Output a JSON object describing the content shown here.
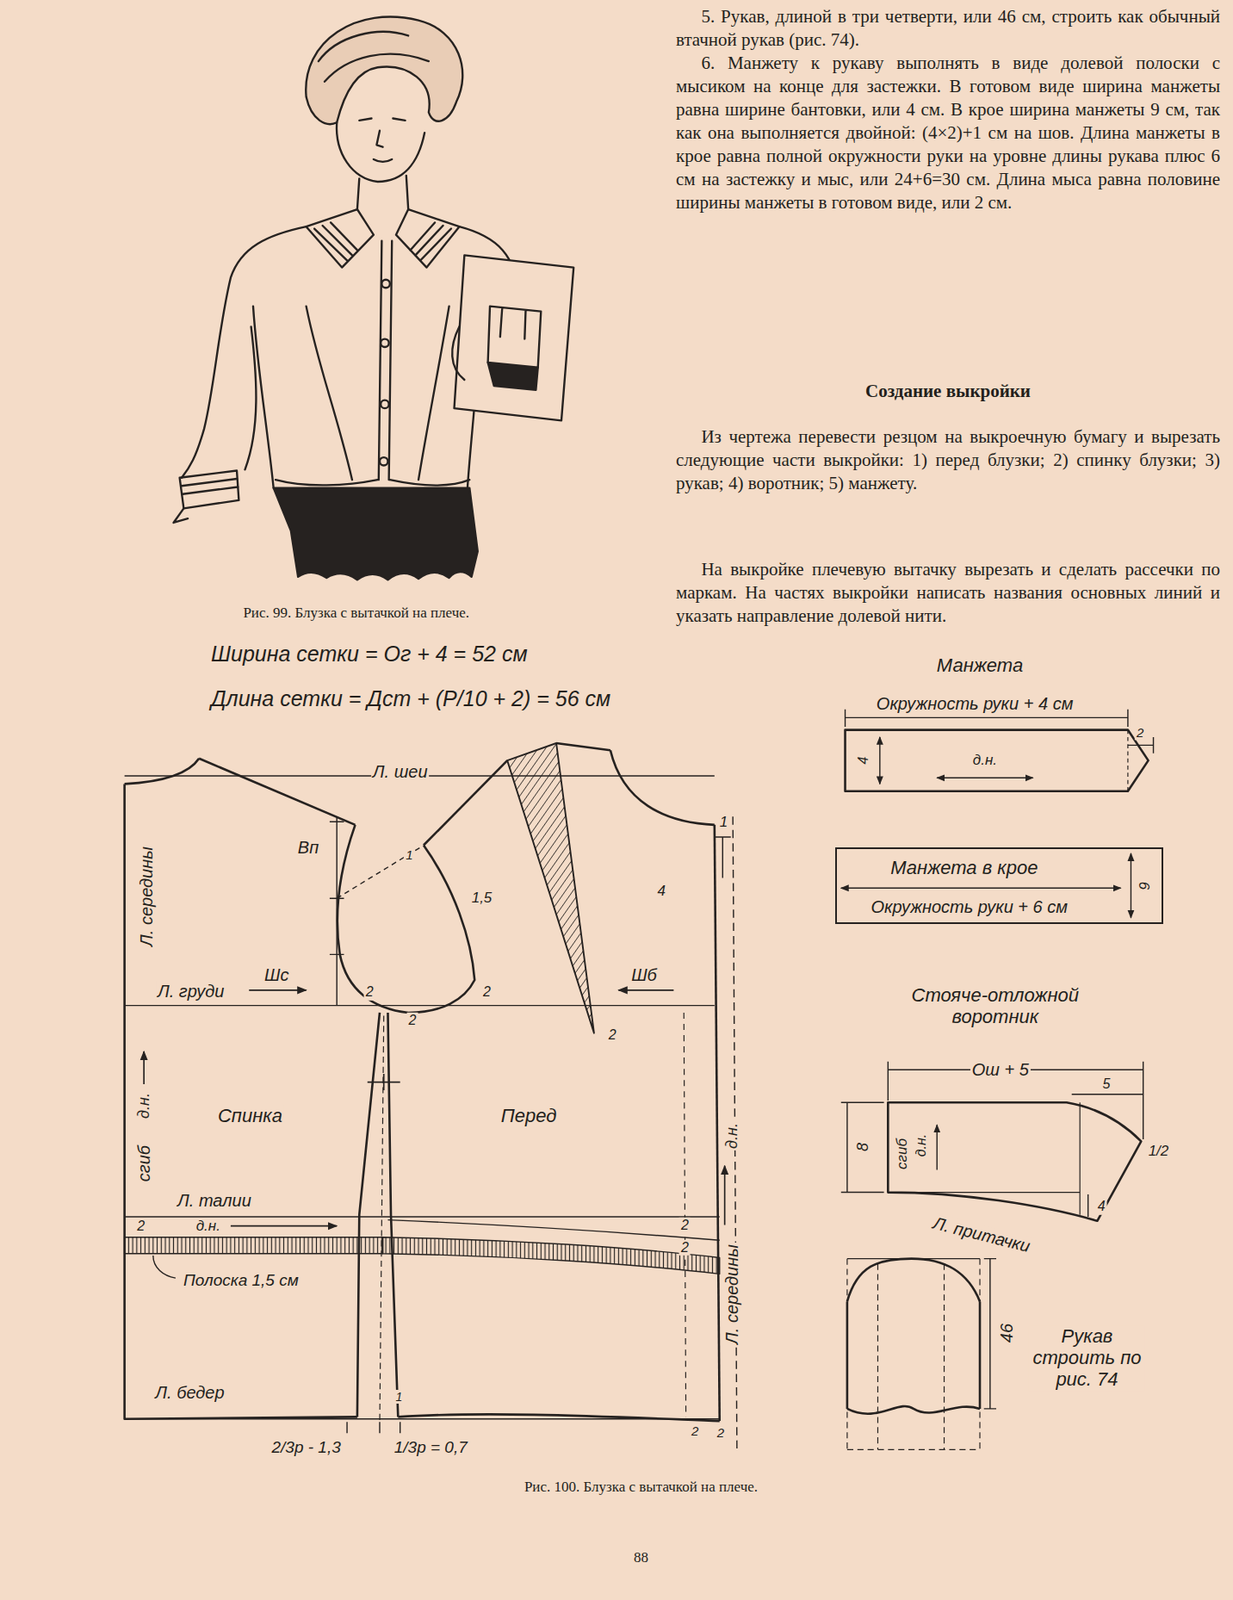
{
  "diagram": {
    "title": "Создание выкройки",
    "caption": "Рис. 100. Блузка с вытачкой на плече.",
    "nodes": [
      {
        "text": [
          "Спинка"
        ]
      },
      {
        "text": [
          "Перед"
        ]
      },
      {
        "text": [
          "4",
          "д.н."
        ]
      },
      {
        "text": [
          "Манжета в крое",
          "Окружность руки + 6 см",
          "9"
        ]
      },
      {
        "text": [
          "сгиб",
          "д.н."
        ]
      }
    ],
    "labels": [
      "5. Рукав, длиной в три четверти, или 46 см, строить как обычный втачной рукав (рис. 74).",
      "6. Манжету к рукаву выполнять в виде долевой полоски с мысиком на конце для застежки. В готовом виде ширина манжеты равна ширине бантовки, или 4 см. В крое ширина манжеты 9 см, так как она выполняется двойной: (4×2)+1 см на шов. Длина манжеты в крое равна полной окружности руки на уровне длины рукава плюс 6 см на застежку и мыс, или 24+6=30 см. Длина мыса равна половине ширины манжеты в готовом виде, или 2 см.",
      "Из чертежа перевести резцом на выкроечную бумагу и вырезать следующие части выкройки: 1) перед блузки; 2) спинку блузки; 3) рукав; 4) воротник; 5) манжету.",
      "На выкройке плечевую вытачку вырезать и сделать рассечки по маркам. На частях выкройки написать названия основных линий и указать направление долевой нити.",
      "Рис. 99. Блузка с вытачкой на плече.",
      "Ширина сетки = Ог + 4 = 52 см",
      "Длина сетки = Дст + (Р/10 + 2) = 56 см",
      "Л. шеи",
      "Вп",
      "1",
      "1,5",
      "1",
      "4",
      "Л. середины",
      "Л. груди",
      "Шс",
      "Шб",
      "2",
      "2",
      "2",
      "2",
      "сгиб",
      "д.н.",
      "Л. талии",
      "2",
      "д.н.",
      "2",
      "2",
      "Полоска 1,5 см",
      "д.н.",
      "Л. середины",
      "Л. бедер",
      "1",
      "2/3р - 1,3",
      "1/3р = 0,7",
      "2",
      "2",
      "88",
      "Манжета",
      "Окружность руки + 4 см",
      "2",
      "Стояче-отложной воротник",
      "Ош + 5",
      "5",
      "8",
      "1/2",
      "4",
      "Л. притачки",
      "46",
      "Рукав строить по рис. 74"
    ]
  }
}
